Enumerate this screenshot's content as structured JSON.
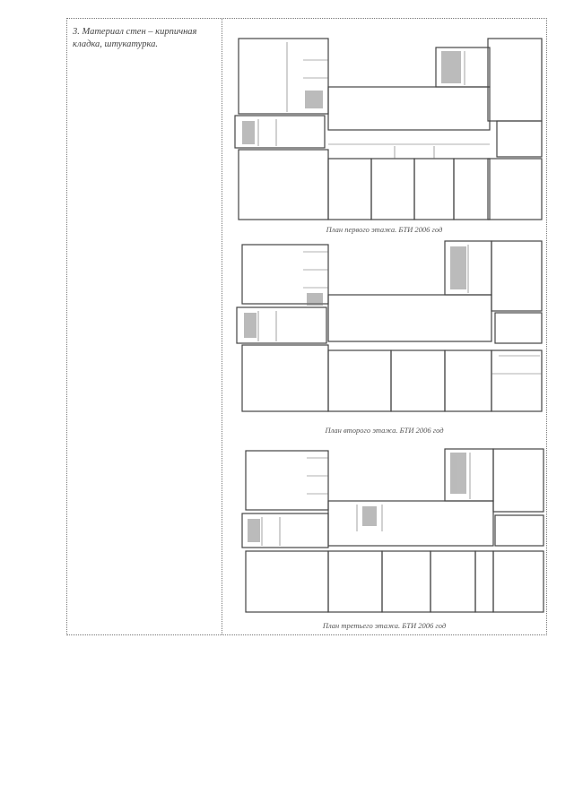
{
  "section": {
    "wall_material_text": "3. Материал стен – кирпичная кладка, штукатурка."
  },
  "plans": [
    {
      "caption": "План первого этажа. БТИ 2006 год"
    },
    {
      "caption": "План второго этажа. БТИ 2006 год"
    },
    {
      "caption": "План третьего этажа. БТИ 2006 год"
    }
  ]
}
